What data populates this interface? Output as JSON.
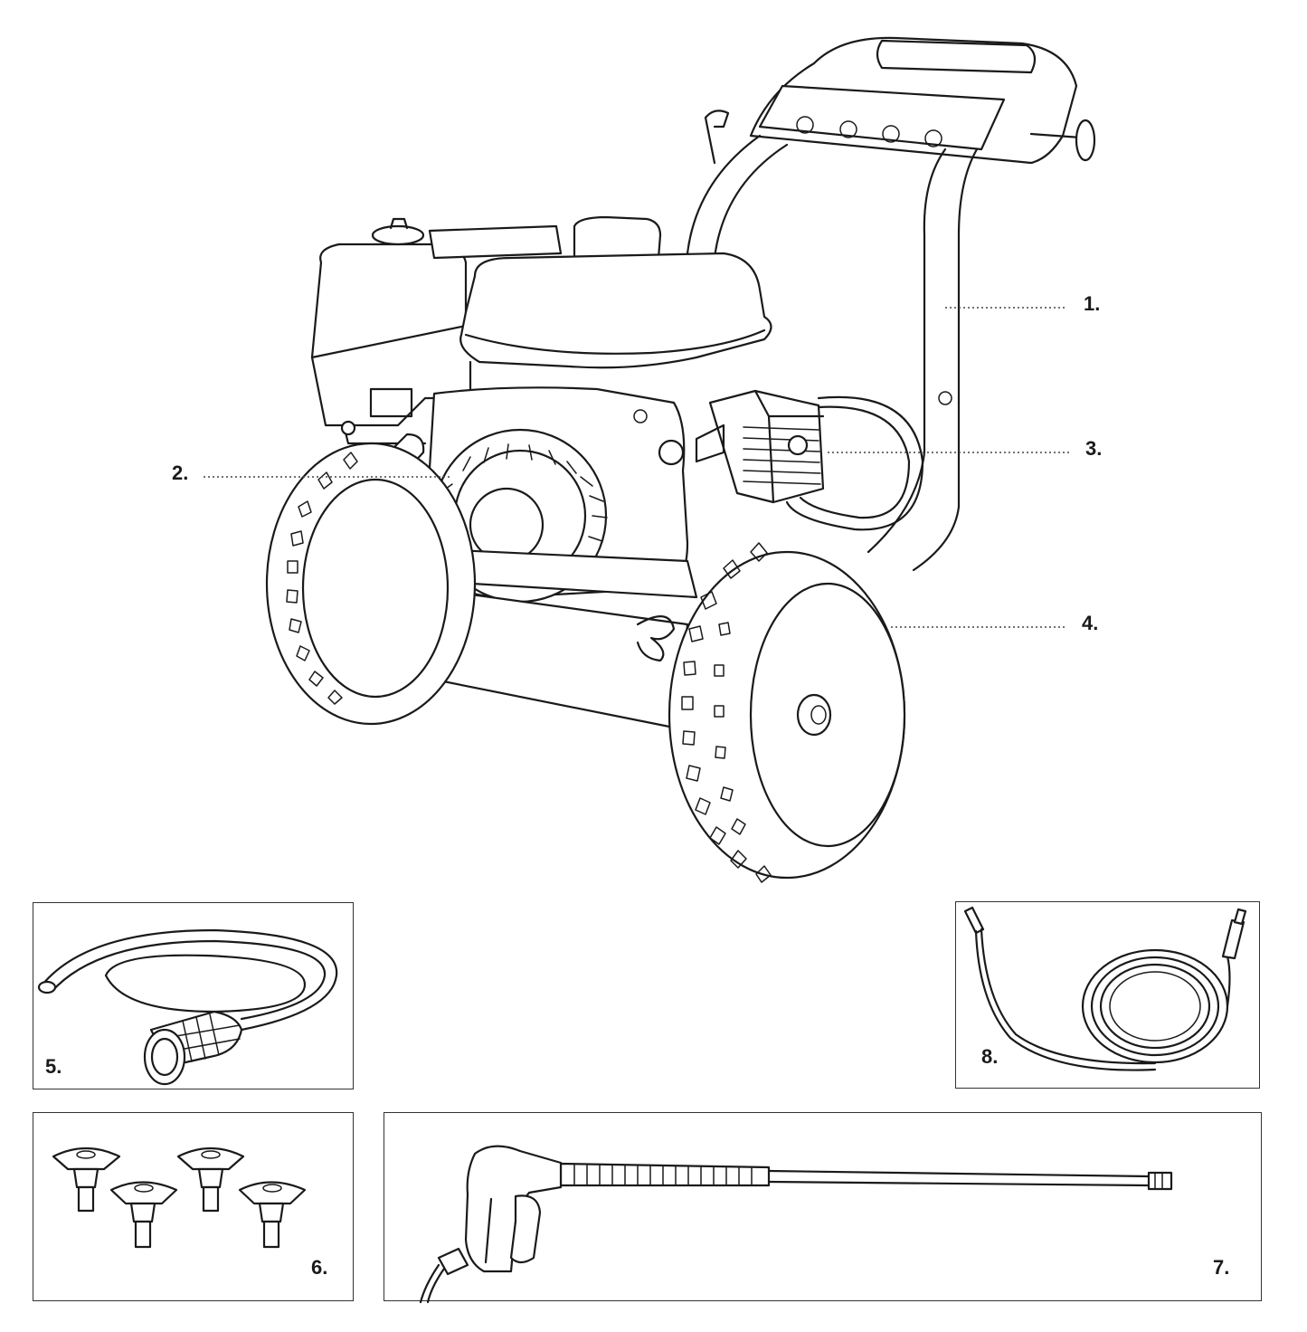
{
  "callouts": {
    "frame": "1.",
    "engine": "2.",
    "pump": "3.",
    "wheel": "4.",
    "garden_hose": "5.",
    "nozzles": "6.",
    "spray_gun_wand": "7.",
    "high_pressure_hose": "8."
  },
  "colors": {
    "line": "#1a1a1a",
    "background": "#ffffff",
    "panel_border": "#333333"
  }
}
